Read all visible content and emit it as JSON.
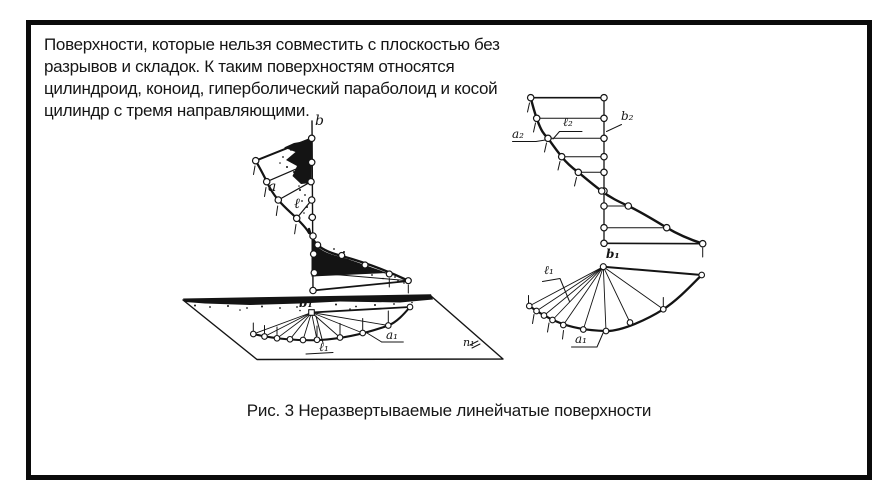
{
  "colors": {
    "ink": "#141414",
    "paper": "#ffffff"
  },
  "text_block": {
    "lines": [
      "Поверхности, которые нельзя совместить с плоскостью без",
      "разрывов и складок. К таким поверхностям относятся",
      "цилиндроид, коноид, гиперболический параболоид и косой",
      "цилиндр с тремя направляющими."
    ]
  },
  "caption": "Рис. 3 Неразвертываемые линейчатые поверхности",
  "labels": {
    "axo_b": "b",
    "axo_a": "a",
    "axo_l": "ℓ",
    "axo_b1": "b₁",
    "axo_l1": "ℓ₁",
    "axo_a1": "a₁",
    "axo_plane": "п₁",
    "front_a2": "a₂",
    "front_l2": "ℓ₂",
    "front_b2": "b₂",
    "plan_b1": "b₁",
    "plan_l1": "ℓ₁",
    "plan_a1": "a₁"
  }
}
